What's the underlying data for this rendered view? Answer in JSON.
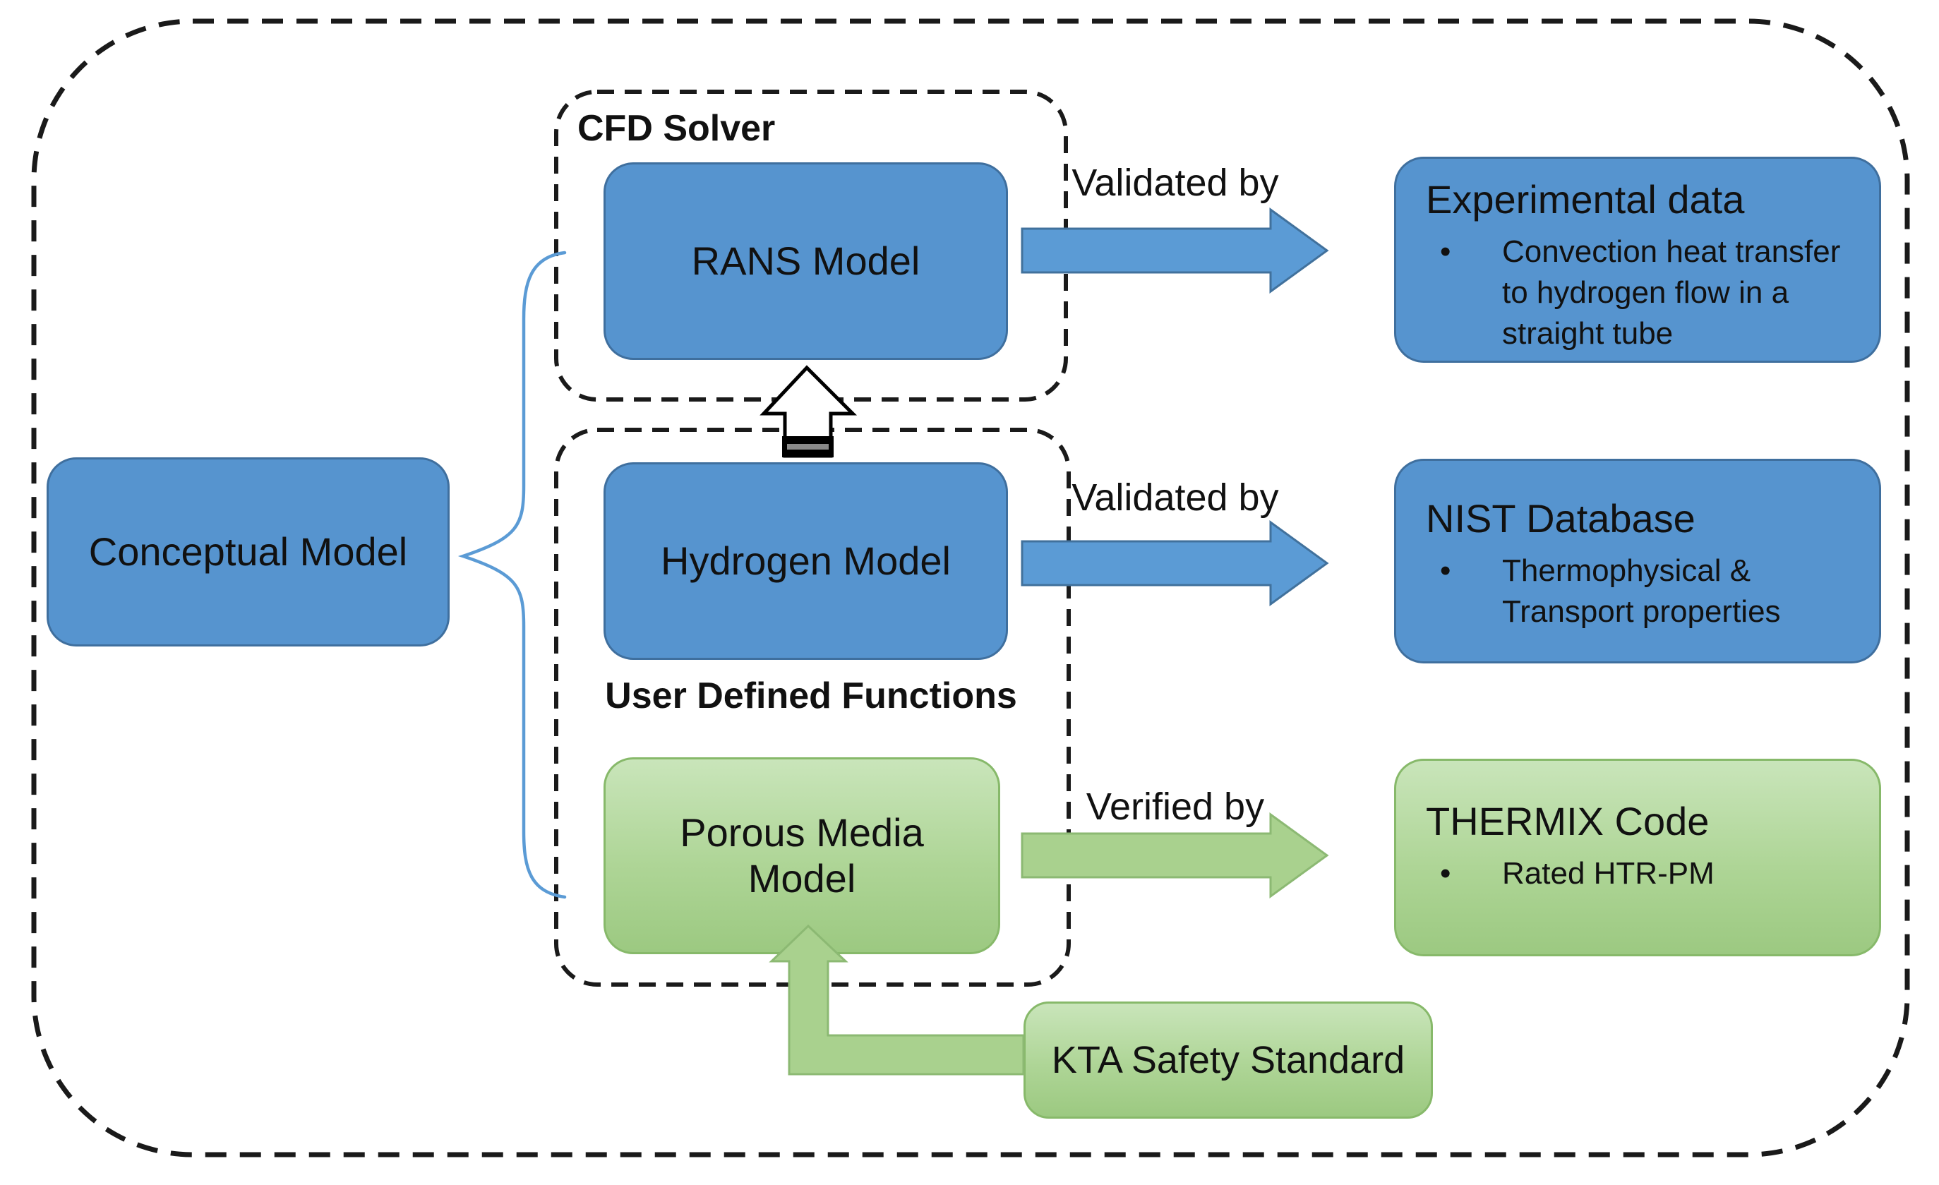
{
  "colors": {
    "canvas": "#ffffff",
    "blue_fill": "#5694cf",
    "blue_border": "#3f6f9e",
    "blue_arrow_fill": "#5b9bd5",
    "blue_arrow_border": "#41719c",
    "green_fill_top": "#c9e5ba",
    "green_fill_bottom": "#9cc981",
    "green_border": "#87b96a",
    "green_arrow_fill": "#a9d18e",
    "green_arrow_border": "#8cb973",
    "dashed_line": "#1a1a1a",
    "brace": "#5b9bd5",
    "text": "#111111"
  },
  "bullet_glyph": "•",
  "nodes": {
    "conceptual": {
      "label": "Conceptual Model"
    },
    "rans": {
      "label": "RANS Model"
    },
    "hydrogen": {
      "label": "Hydrogen Model"
    },
    "porous": {
      "label": "Porous Media Model"
    },
    "kta": {
      "label": "KTA Safety Standard"
    }
  },
  "groups": {
    "cfd": {
      "label": "CFD Solver"
    },
    "udf": {
      "label": "User Defined Functions"
    }
  },
  "relations": {
    "row1": {
      "label": "Validated by"
    },
    "row2": {
      "label": "Validated by"
    },
    "row3": {
      "label": "Verified by"
    }
  },
  "targets": {
    "experimental": {
      "title": "Experimental data",
      "bullet_lines": [
        "Convection heat transfer",
        "to hydrogen flow in a",
        "straight tube"
      ]
    },
    "nist": {
      "title": "NIST Database",
      "bullet_lines": [
        "Thermophysical &",
        "Transport properties"
      ]
    },
    "thermix": {
      "title": "THERMIX Code",
      "bullet_lines": [
        "Rated HTR-PM"
      ]
    }
  }
}
